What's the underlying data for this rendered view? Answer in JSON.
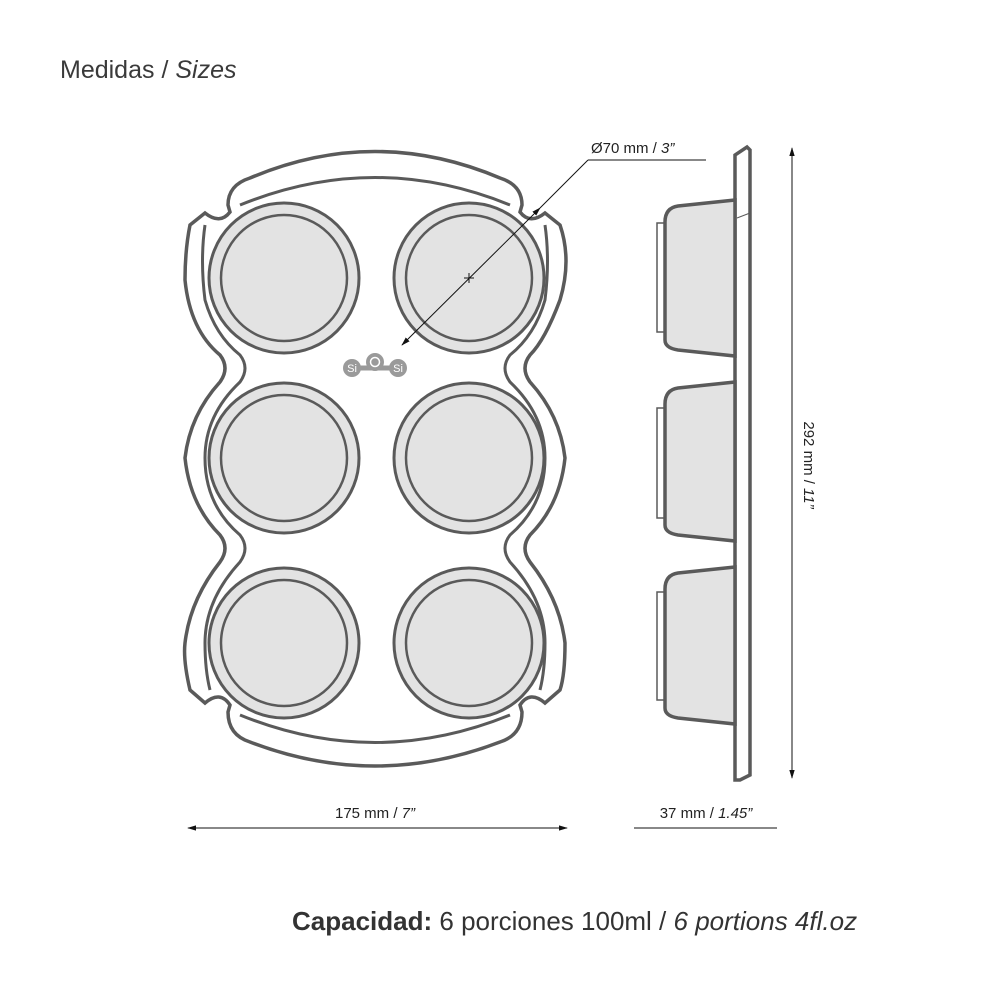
{
  "title": {
    "es": "Medidas",
    "sep": " / ",
    "en": "Sizes"
  },
  "dimensions": {
    "diameter": {
      "value": "Ø70 mm / ",
      "imperial": "3”"
    },
    "width": {
      "value": "175 mm / ",
      "imperial": "7”"
    },
    "height": {
      "value": "292 mm / ",
      "imperial": "11”"
    },
    "depth": {
      "value": "37 mm / ",
      "imperial": "1.45”"
    }
  },
  "logo": {
    "text": [
      "Si",
      "O",
      "Si"
    ]
  },
  "capacity": {
    "label": "Capacidad:",
    "es": " 6 porciones 100ml / ",
    "en": "6 portions 4fl.oz"
  },
  "colors": {
    "outline": "#5a5a5a",
    "fill": "#e3e3e3",
    "line": "#111111"
  }
}
